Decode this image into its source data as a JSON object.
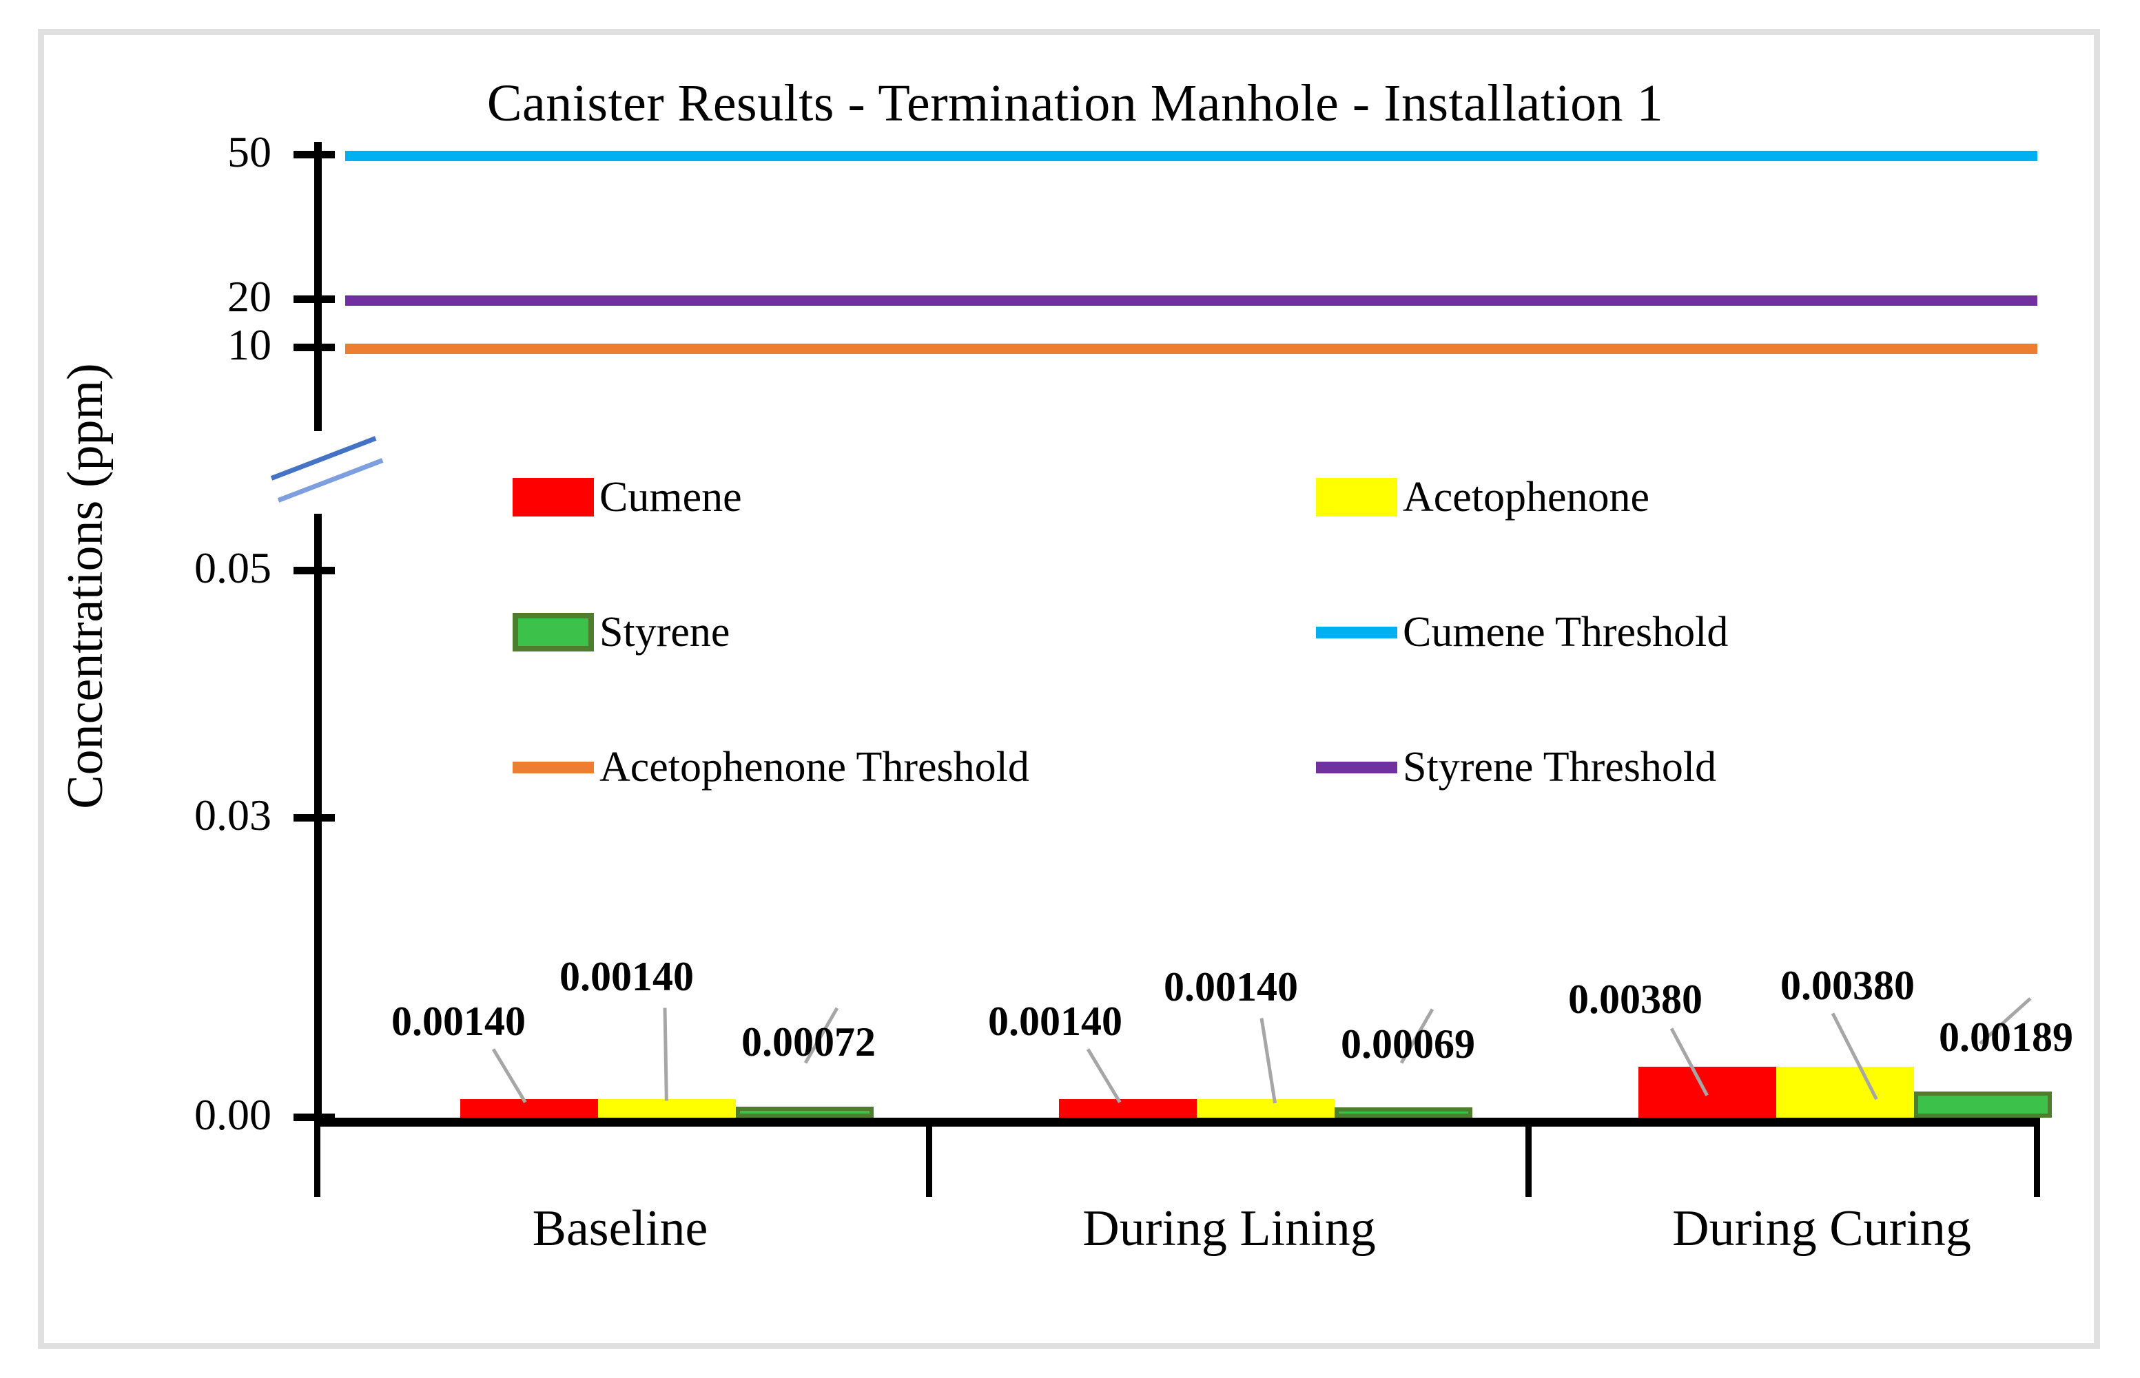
{
  "chart_data": {
    "type": "bar",
    "title": "Canister Results - Termination Manhole - Installation 1",
    "xlabel": "",
    "ylabel": "Concentrations (ppm)",
    "categories": [
      "Baseline",
      "During Lining",
      "During Curing"
    ],
    "series": [
      {
        "name": "Cumene",
        "color": "#FF0000",
        "values": [
          0.0014,
          0.0014,
          0.0038
        ],
        "labels": [
          "0.00140",
          "0.00140",
          "0.00380"
        ]
      },
      {
        "name": "Acetophenone",
        "color": "#FFFF00",
        "values": [
          0.0014,
          0.0014,
          0.0038
        ],
        "labels": [
          "0.00140",
          "0.00140",
          "0.00380"
        ]
      },
      {
        "name": "Styrene",
        "color": "#3CC24A",
        "border_color": "#4E7D2D",
        "values": [
          0.00072,
          0.00069,
          0.00189
        ],
        "labels": [
          "0.00072",
          "0.00069",
          "0.00189"
        ]
      }
    ],
    "thresholds": [
      {
        "name": "Cumene Threshold",
        "color": "#00B0F0",
        "value": 50
      },
      {
        "name": "Styrene Threshold",
        "color": "#7030A0",
        "value": 20
      },
      {
        "name": "Acetophenone Threshold",
        "color": "#ED7D31",
        "value": 10
      }
    ],
    "y_ticks_upper": [
      "50",
      "20",
      "10"
    ],
    "y_ticks_lower": [
      "0.05",
      "0.03",
      "0.00"
    ],
    "axis_break": true,
    "grid": false,
    "legend_position": "inside-upper-center"
  },
  "axis": {
    "y_labels": {
      "t50": "50",
      "t20": "20",
      "t10": "10",
      "t005": "0.05",
      "t003": "0.03",
      "t000": "0.00"
    }
  },
  "legend": {
    "items": [
      {
        "label": "Cumene",
        "type": "box",
        "color": "#FF0000"
      },
      {
        "label": "Acetophenone",
        "type": "box",
        "color": "#FFFF00"
      },
      {
        "label": "Styrene",
        "type": "box",
        "color": "#3CC24A"
      },
      {
        "label": "Cumene Threshold",
        "type": "line",
        "color": "#00B0F0"
      },
      {
        "label": "Acetophenone Threshold",
        "type": "line",
        "color": "#ED7D31"
      },
      {
        "label": "Styrene Threshold",
        "type": "line",
        "color": "#7030A0"
      }
    ]
  },
  "data_labels": {
    "g0": [
      "0.00140",
      "0.00140",
      "0.00072"
    ],
    "g1": [
      "0.00140",
      "0.00140",
      "0.00069"
    ],
    "g2": [
      "0.00380",
      "0.00380",
      "0.00189"
    ]
  },
  "categories": {
    "c0": "Baseline",
    "c1": "During Lining",
    "c2": "During Curing"
  }
}
